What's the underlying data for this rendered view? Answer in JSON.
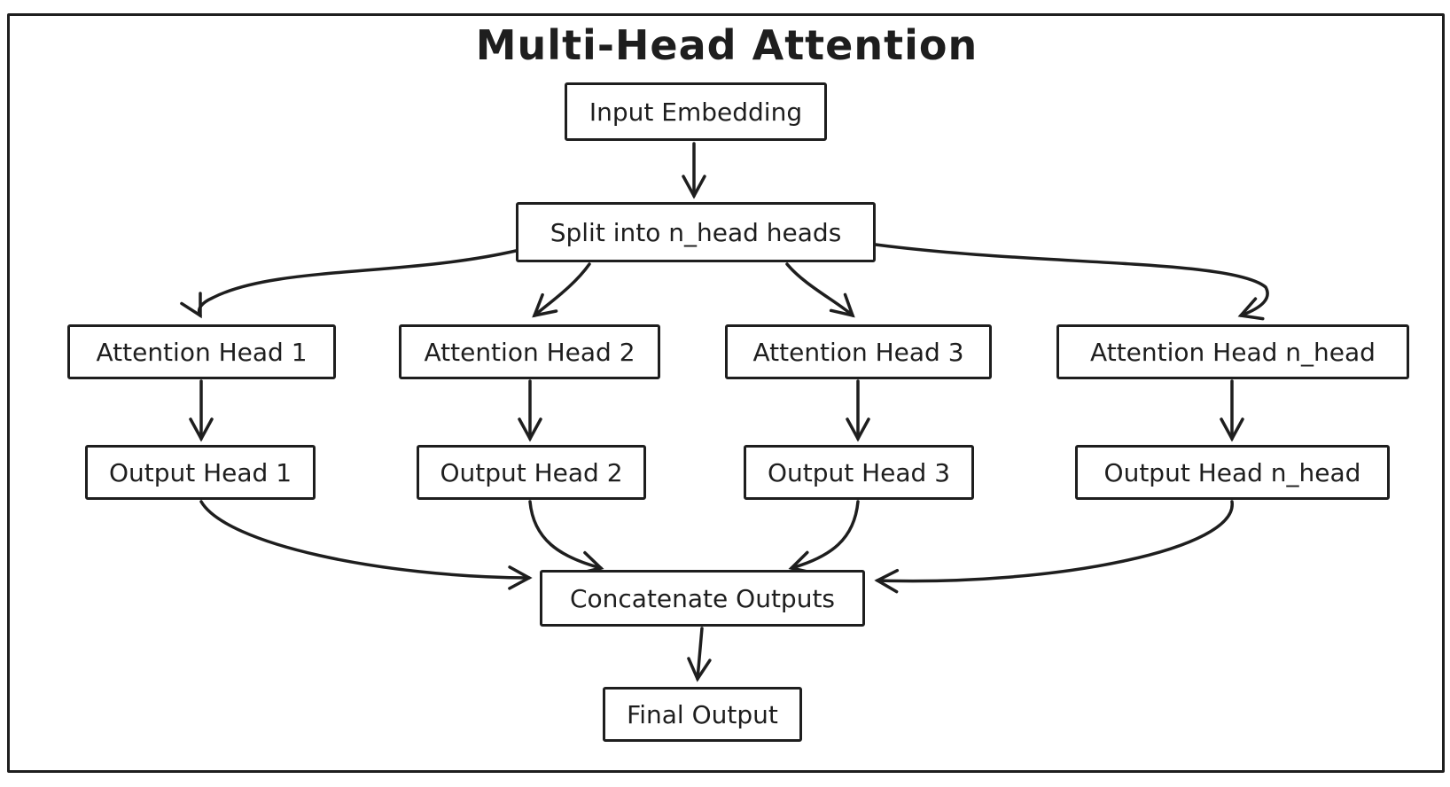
{
  "diagram": {
    "title": "Multi-Head Attention",
    "background": "#ffffff",
    "stroke_color": "#1e1e1e",
    "nodes": {
      "input_embedding": {
        "label": "Input Embedding"
      },
      "split_heads": {
        "label": "Split into n_head heads"
      },
      "attention_head_1": {
        "label": "Attention Head 1"
      },
      "attention_head_2": {
        "label": "Attention Head 2"
      },
      "attention_head_3": {
        "label": "Attention Head 3"
      },
      "attention_head_n": {
        "label": "Attention Head n_head"
      },
      "output_head_1": {
        "label": "Output Head 1"
      },
      "output_head_2": {
        "label": "Output Head 2"
      },
      "output_head_3": {
        "label": "Output Head 3"
      },
      "output_head_n": {
        "label": "Output Head n_head"
      },
      "concatenate_outputs": {
        "label": "Concatenate Outputs"
      },
      "final_output": {
        "label": "Final Output"
      }
    },
    "edges": [
      {
        "from": "input_embedding",
        "to": "split_heads"
      },
      {
        "from": "split_heads",
        "to": "attention_head_1"
      },
      {
        "from": "split_heads",
        "to": "attention_head_2"
      },
      {
        "from": "split_heads",
        "to": "attention_head_3"
      },
      {
        "from": "split_heads",
        "to": "attention_head_n"
      },
      {
        "from": "attention_head_1",
        "to": "output_head_1"
      },
      {
        "from": "attention_head_2",
        "to": "output_head_2"
      },
      {
        "from": "attention_head_3",
        "to": "output_head_3"
      },
      {
        "from": "attention_head_n",
        "to": "output_head_n"
      },
      {
        "from": "output_head_1",
        "to": "concatenate_outputs"
      },
      {
        "from": "output_head_2",
        "to": "concatenate_outputs"
      },
      {
        "from": "output_head_3",
        "to": "concatenate_outputs"
      },
      {
        "from": "output_head_n",
        "to": "concatenate_outputs"
      },
      {
        "from": "concatenate_outputs",
        "to": "final_output"
      }
    ]
  }
}
